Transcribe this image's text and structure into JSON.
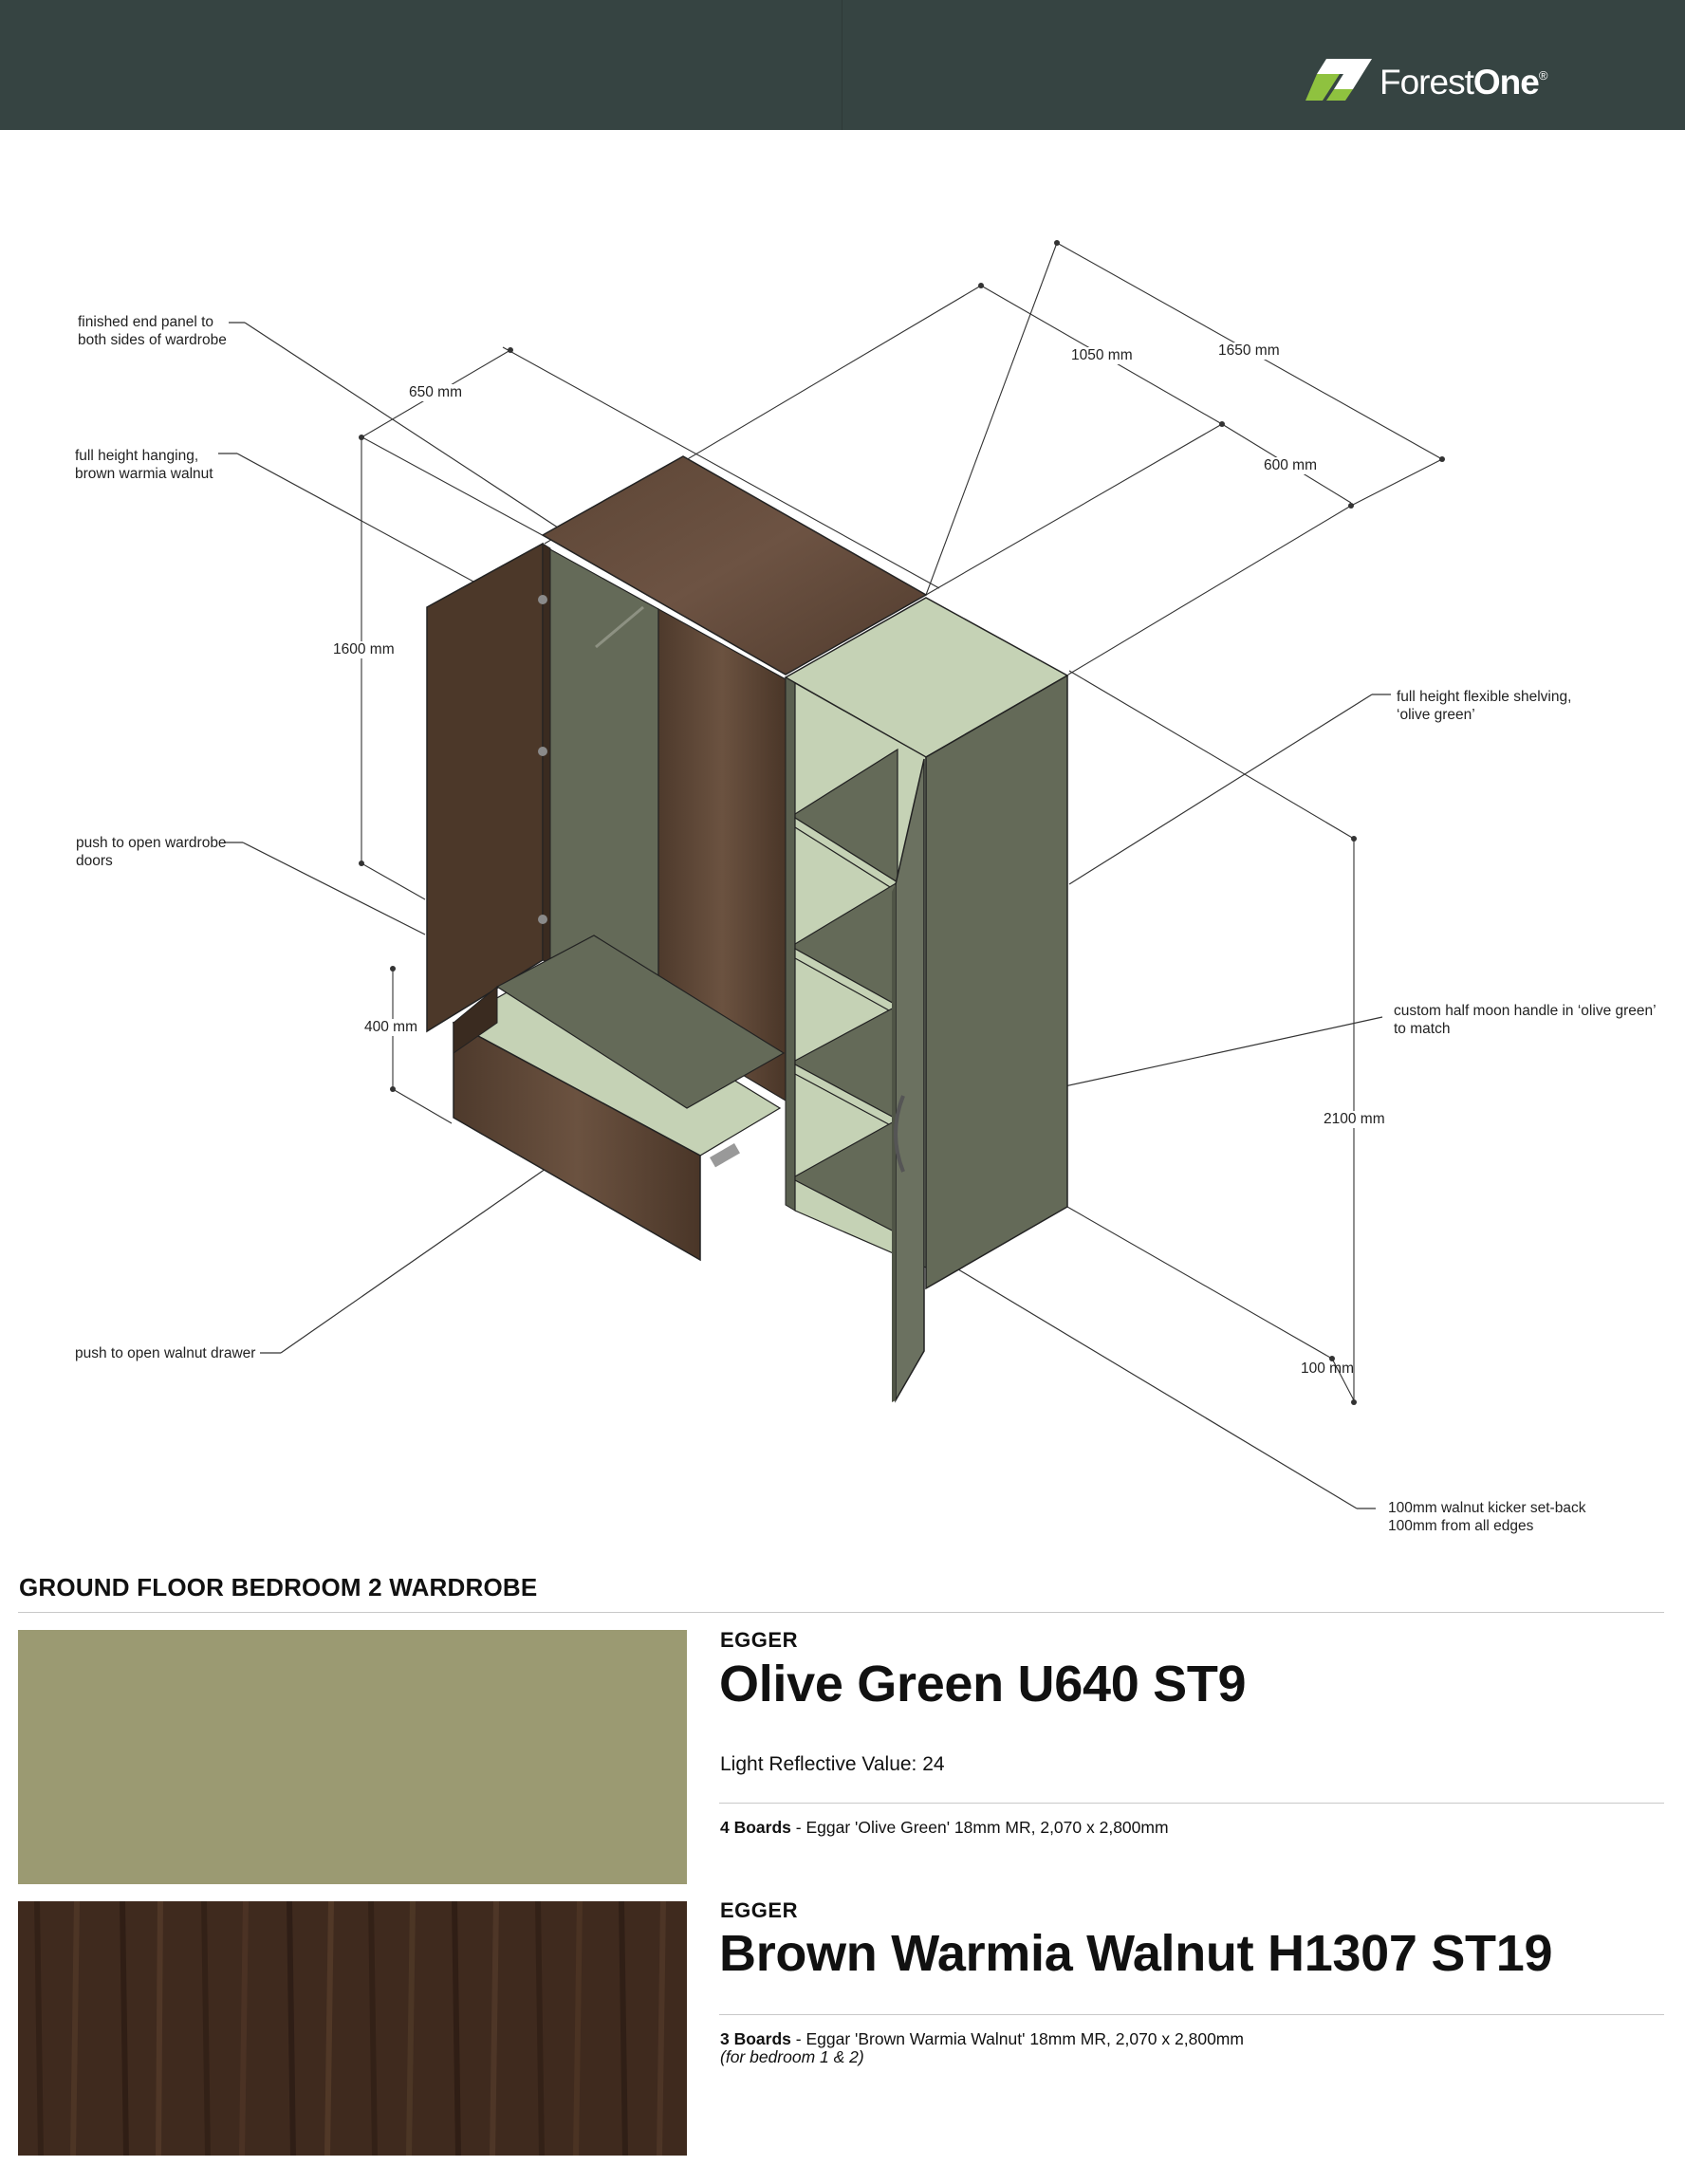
{
  "header": {
    "logo": {
      "name": "ForestOne",
      "part1": "Forest",
      "part2": "One",
      "reg": "®",
      "icon": "forestone-leaf-logo"
    }
  },
  "drawing": {
    "callouts": {
      "end_panel": "finished end panel to\nboth sides of wardrobe",
      "hanging": "full height hanging,\nbrown warmia walnut",
      "push_doors": "push to open wardrobe\ndoors",
      "push_drawer": "push to open walnut drawer",
      "shelving": "full height flexible shelving,\n‘olive green’",
      "handle": "custom half moon handle in ‘olive green’\nto match",
      "kicker": "100mm walnut kicker set-back\n100mm from all edges"
    },
    "dimensions": {
      "d650": "650 mm",
      "d1050": "1050 mm",
      "d1650": "1650 mm",
      "d600": "600 mm",
      "d1600": "1600 mm",
      "d400": "400 mm",
      "d2100": "2100 mm",
      "d100": "100 mm"
    }
  },
  "section": {
    "title": "GROUND FLOOR BEDROOM 2 WARDROBE"
  },
  "materials": [
    {
      "brand": "EGGER",
      "name": "Olive Green U640 ST9",
      "lrv": "Light Reflective Value: 24",
      "boards_bold": "4 Boards",
      "boards_text": " - Eggar 'Olive Green' 18mm MR, 2,070 x 2,800mm",
      "swatch_color": "#9b9a72"
    },
    {
      "brand": "EGGER",
      "name": "Brown Warmia Walnut H1307 ST19",
      "boards_bold": "3 Boards",
      "boards_text": " - Eggar 'Brown Warmia Walnut' 18mm MR, 2,070 x 2,800mm",
      "boards_note": "(for bedroom 1 & 2)",
      "swatch_color": "#3f2a1e"
    }
  ],
  "colors": {
    "header_bg": "#364442",
    "walnut": "#5a4232",
    "olive_panel": "#646a58",
    "olive_light": "#c5d2b5"
  }
}
